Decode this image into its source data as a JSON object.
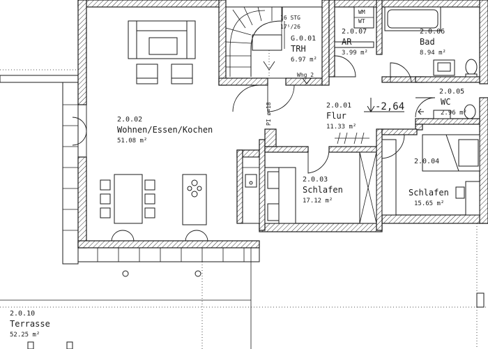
{
  "rooms": [
    {
      "id": "2.0.02",
      "name": "Wohnen/Essen/Kochen",
      "area": "51.08 m²"
    },
    {
      "id": "G.0.01",
      "name": "TRH",
      "area": "6.97 m²"
    },
    {
      "id": "2.0.07",
      "name": "AR",
      "area": "3.99 m²"
    },
    {
      "id": "2.0.06",
      "name": "Bad",
      "area": "8.94 m²"
    },
    {
      "id": "2.0.05",
      "name": "WC",
      "area": "2.96 m²"
    },
    {
      "id": "2.0.01",
      "name": "Flur",
      "area": "11.33 m²"
    },
    {
      "id": "2.0.03",
      "name": "Schlafen",
      "area": "17.12 m²"
    },
    {
      "id": "2.0.04",
      "name": "Schlafen",
      "area": "15.65 m²"
    },
    {
      "id": "2.0.10",
      "name": "Terrasse",
      "area": "52.25 m²"
    }
  ],
  "annotations": {
    "stairs_steps": "16 STG",
    "stairs_ratio": "17⁵/26",
    "whg": "Whg 2",
    "level": "-2,64",
    "pi": "PI ø=18",
    "wm": "WM",
    "wt": "WT"
  }
}
